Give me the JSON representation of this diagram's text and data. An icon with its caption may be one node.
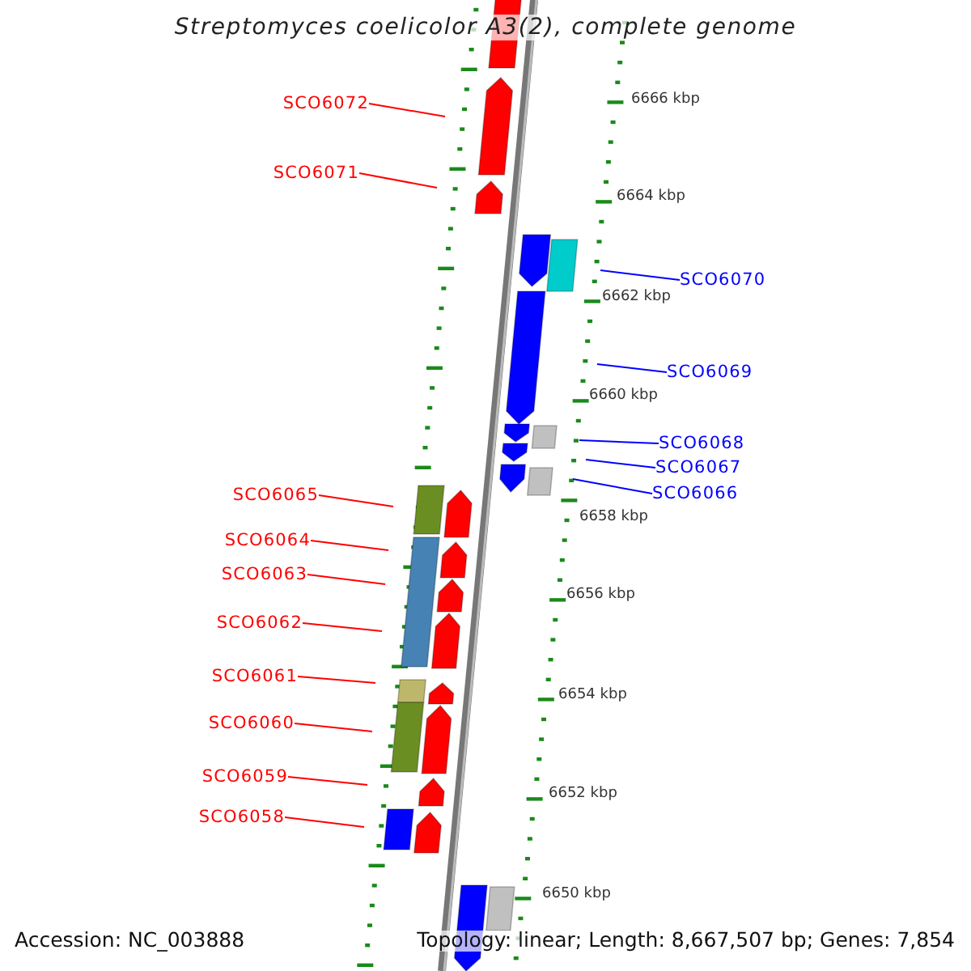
{
  "diagram": {
    "title": "Streptomyces coelicolor A3(2), complete genome",
    "nodes": [
      {
        "text": [
          "SCO6072"
        ]
      },
      {
        "text": [
          "SCO6071"
        ]
      },
      {
        "text": [
          "SCO6070"
        ]
      },
      {
        "text": [
          "SCO6069"
        ]
      },
      {
        "text": [
          "SCO6068"
        ]
      },
      {
        "text": [
          "SCO6067"
        ]
      },
      {
        "text": [
          "SCO6066"
        ]
      },
      {
        "text": [
          "SCO6065"
        ]
      },
      {
        "text": [
          "SCO6064"
        ]
      },
      {
        "text": [
          "SCO6063"
        ]
      },
      {
        "text": [
          "SCO6062"
        ]
      },
      {
        "text": [
          "SCO6061"
        ]
      },
      {
        "text": [
          "SCO6060"
        ]
      },
      {
        "text": [
          "SCO6059"
        ]
      },
      {
        "text": [
          "SCO6058"
        ]
      }
    ],
    "edges": [
      {
        "from": 0,
        "to": null,
        "arrow": "none"
      },
      {
        "from": 1,
        "to": null,
        "arrow": "none"
      },
      {
        "from": 2,
        "to": null,
        "arrow": "none",
        "color": "#0000ff"
      },
      {
        "from": 3,
        "to": null,
        "arrow": "none",
        "color": "#0000ff"
      },
      {
        "from": 4,
        "to": null,
        "arrow": "none",
        "color": "#0000ff"
      },
      {
        "from": 5,
        "to": null,
        "arrow": "none",
        "color": "#0000ff"
      },
      {
        "from": 6,
        "to": null,
        "arrow": "none",
        "color": "#0000ff"
      },
      {
        "from": 7,
        "to": null,
        "arrow": "none"
      },
      {
        "from": 8,
        "to": null,
        "arrow": "none"
      },
      {
        "from": 9,
        "to": null,
        "arrow": "none"
      },
      {
        "from": 10,
        "to": null,
        "arrow": "none"
      },
      {
        "from": 11,
        "to": null,
        "arrow": "none"
      },
      {
        "from": 12,
        "to": null,
        "arrow": "none"
      },
      {
        "from": 13,
        "to": null,
        "arrow": "none"
      },
      {
        "from": 14,
        "to": null,
        "arrow": "none"
      }
    ],
    "labels": [
      "6666 kbp",
      "6664 kbp",
      "6662 kbp",
      "6660 kbp",
      "6658 kbp",
      "6656 kbp",
      "6654 kbp",
      "6652 kbp",
      "6650 kbp",
      "Accession: NC_003888",
      "Topology: linear; Length: 8,667,507 bp; Genes: 7,854"
    ]
  }
}
